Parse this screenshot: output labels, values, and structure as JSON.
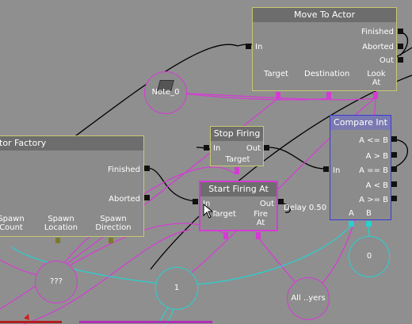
{
  "nodes": {
    "move_to_actor": {
      "title": "Move To Actor",
      "in": "In",
      "finished": "Finished",
      "aborted": "Aborted",
      "out": "Out",
      "target": "Target",
      "destination": "Destination",
      "look_at": "Look\nAt"
    },
    "actor_factory": {
      "title": "tor Factory",
      "finished": "Finished",
      "aborted": "Aborted",
      "spawn_count": "Spawn\nCount",
      "spawn_location": "Spawn\nLocation",
      "spawn_direction": "Spawn\nDirection"
    },
    "stop_firing": {
      "title": "Stop Firing",
      "in": "In",
      "out": "Out",
      "target": "Target"
    },
    "start_firing_at": {
      "title": "Start Firing At",
      "in": "In",
      "out": "Out",
      "target": "Target",
      "fire_at": "Fire\nAt",
      "delay": "Delay 0.50"
    },
    "compare_int": {
      "title": "Compare Int",
      "in": "In",
      "le": "A <= B",
      "gt": "A > B",
      "eq": "A == B",
      "lt": "A < B",
      "ge": "A >= B",
      "a": "A",
      "b": "B"
    }
  },
  "variables": {
    "note": "Note_0",
    "unknown": "???",
    "int_one": "1",
    "all_players": "All ..yers",
    "int_zero": "0"
  },
  "colors": {
    "background": "#8f8f8f",
    "node_border_yellow": "#c8c870",
    "node_border_magenta": "#d63ad6",
    "node_border_blue": "#3a3ad6",
    "link_magenta": "#d63ad6",
    "link_cyan": "#29d0d0",
    "link_black": "#000000"
  }
}
